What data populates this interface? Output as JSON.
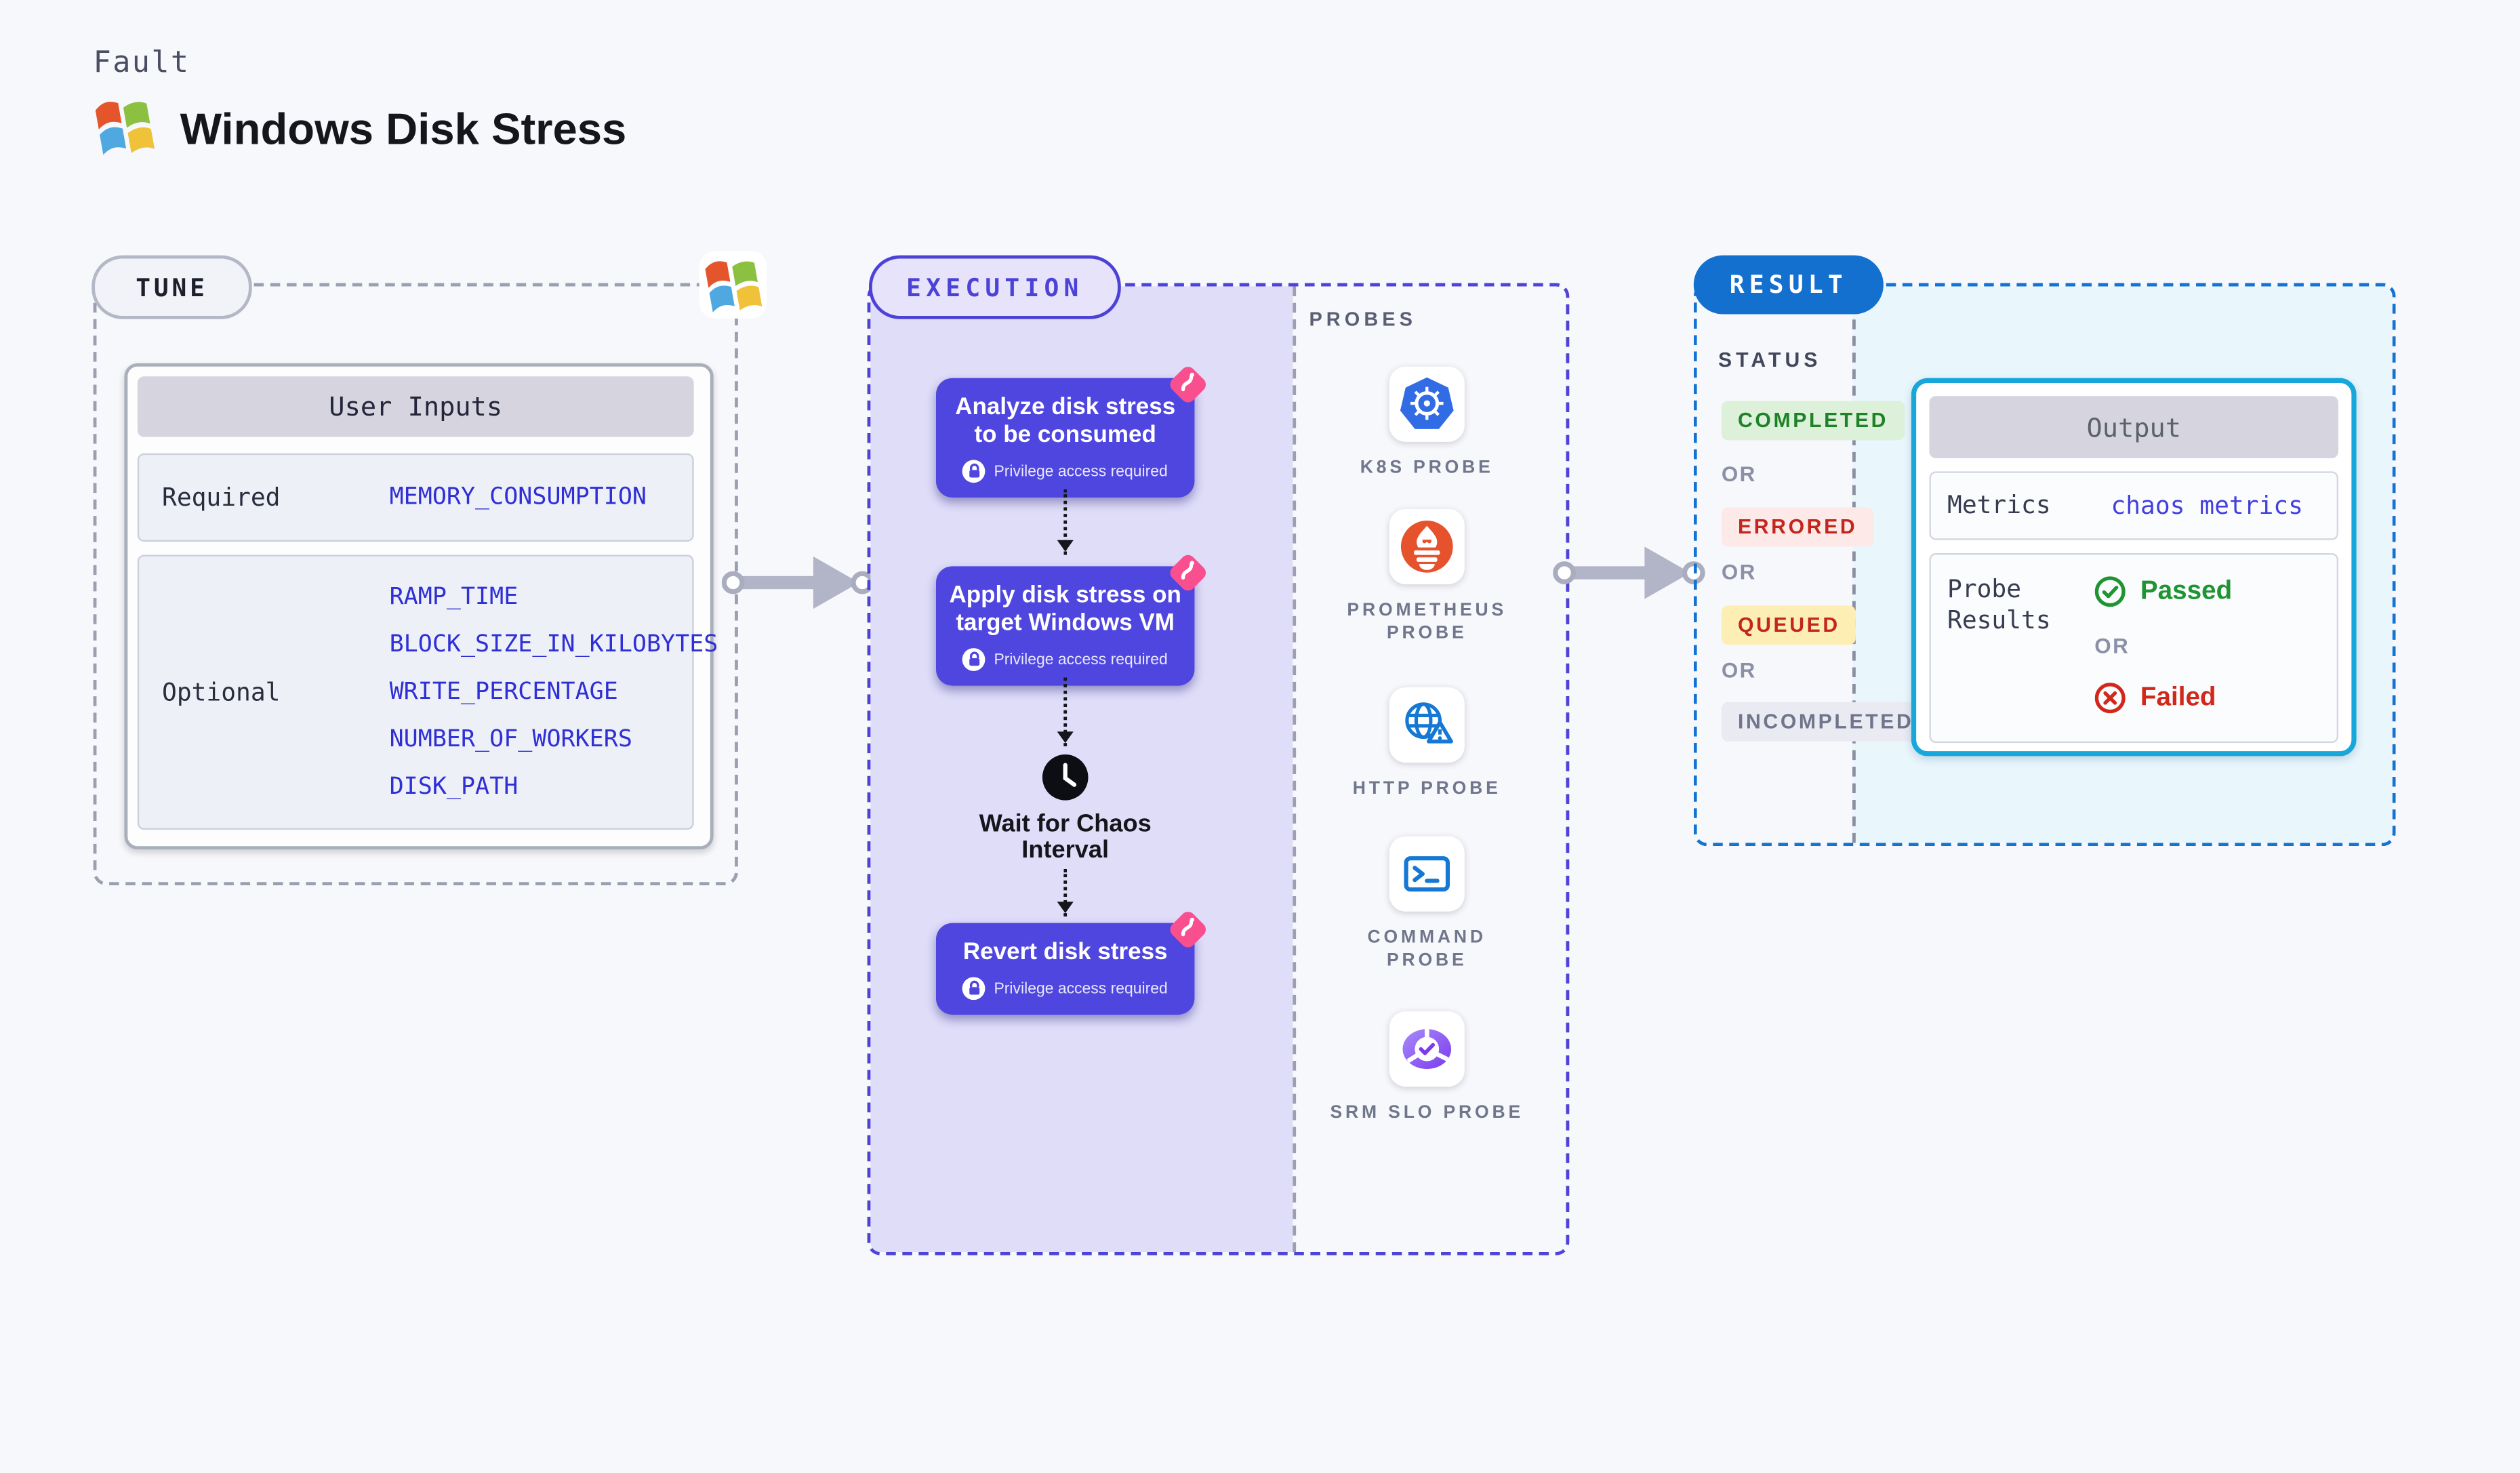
{
  "page": {
    "kicker": "Fault",
    "title": "Windows Disk Stress"
  },
  "tune": {
    "badge": "TUNE",
    "table_title": "User Inputs",
    "rows": [
      {
        "label": "Required",
        "values": [
          "MEMORY_CONSUMPTION"
        ]
      },
      {
        "label": "Optional",
        "values": [
          "RAMP_TIME",
          "BLOCK_SIZE_IN_KILOBYTES",
          "WRITE_PERCENTAGE",
          "NUMBER_OF_WORKERS",
          "DISK_PATH"
        ]
      }
    ]
  },
  "execution": {
    "badge": "EXECUTION",
    "steps": [
      {
        "title": "Analyze disk stress to be consumed",
        "note": "Privilege access required"
      },
      {
        "title": "Apply disk stress on target Windows VM",
        "note": "Privilege access required"
      },
      {
        "title": "Revert disk stress",
        "note": "Privilege access required"
      }
    ],
    "wait_label": "Wait for Chaos Interval"
  },
  "probes": {
    "heading": "PROBES",
    "items": [
      {
        "label": "K8S PROBE",
        "icon": "kubernetes-icon"
      },
      {
        "label": "PROMETHEUS PROBE",
        "icon": "prometheus-icon"
      },
      {
        "label": "HTTP PROBE",
        "icon": "http-globe-icon"
      },
      {
        "label": "COMMAND PROBE",
        "icon": "terminal-icon"
      },
      {
        "label": "SRM SLO PROBE",
        "icon": "slo-donut-icon"
      }
    ]
  },
  "result": {
    "badge": "RESULT",
    "status_heading": "STATUS",
    "or_label": "OR",
    "statuses": [
      {
        "label": "COMPLETED"
      },
      {
        "label": "ERRORED"
      },
      {
        "label": "QUEUED"
      },
      {
        "label": "INCOMPLETED"
      }
    ],
    "output": {
      "title": "Output",
      "metrics_label": "Metrics",
      "metrics_value": "chaos metrics",
      "probe_results_label": "Probe Results",
      "passed": "Passed",
      "failed": "Failed"
    }
  },
  "colors": {
    "accent_purple": "#4c42d6",
    "card_purple": "#4f46e0",
    "panel_lavender": "#dfddf8",
    "result_blue": "#1473d2",
    "output_cyan": "#17a7da",
    "cyan_panel": "#e9f6fc",
    "pin_pink": "#fa4f8f",
    "passed_green": "#1f9432",
    "failed_red": "#d2271b",
    "value_blue": "#2f2fd6"
  }
}
